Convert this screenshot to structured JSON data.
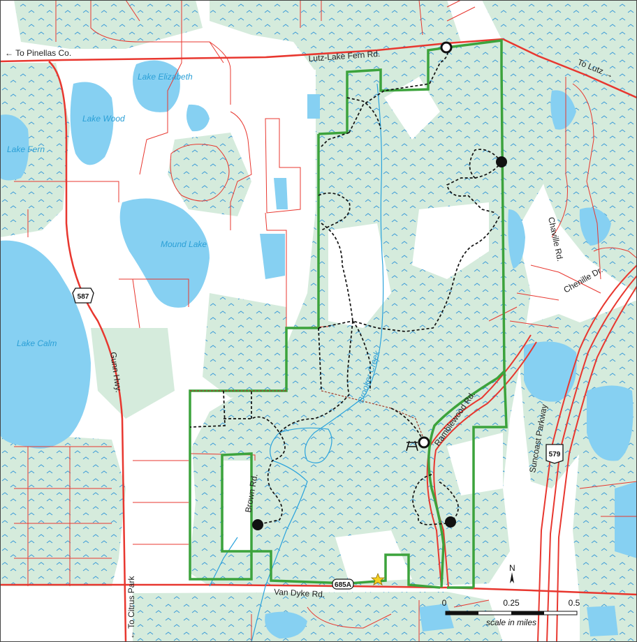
{
  "colors": {
    "wetland": "#d5ebdc",
    "water": "#86d0f2",
    "road": "#e8372f",
    "boundary": "#3ca33c",
    "trail": "#111111",
    "creek": "#2aa3dc",
    "star": "#f5d020"
  },
  "lakes": {
    "elizabeth": "Lake Elizabeth",
    "wood": "Lake Wood",
    "fern": "Lake Fern",
    "mound": "Mound Lake",
    "calm": "Lake Calm"
  },
  "roads": {
    "lutz_lake_fern": "Lutz-Lake Fern Rd.",
    "chaville": "Chaville Rd.",
    "chenille": "Chenille Dr.",
    "gunn": "Gunn Hwy.",
    "ramblewood": "Ramblewood Rd.",
    "suncoast": "Suncoast Parkway",
    "brown": "Brown Rd.",
    "van_dyke": "Van Dyke Rd."
  },
  "water_features": {
    "brooker_creek": "Brooker Creek"
  },
  "directions": {
    "pinellas": "← To Pinellas Co.",
    "lutz": "To Lutz →",
    "citrus_park": "← To Citrus Park"
  },
  "shields": {
    "sr587": "587",
    "sr579": "579",
    "cr685a": "685A"
  },
  "scale": {
    "tick_0": "0",
    "tick_1": "0.25",
    "tick_2": "0.5",
    "caption": "scale in miles"
  },
  "north": "N",
  "icons": {
    "trailhead": "trailhead-ring-icon",
    "trail_marker": "trail-point-icon",
    "picnic": "picnic-table-icon",
    "star": "star-icon",
    "north": "north-arrow-icon"
  }
}
